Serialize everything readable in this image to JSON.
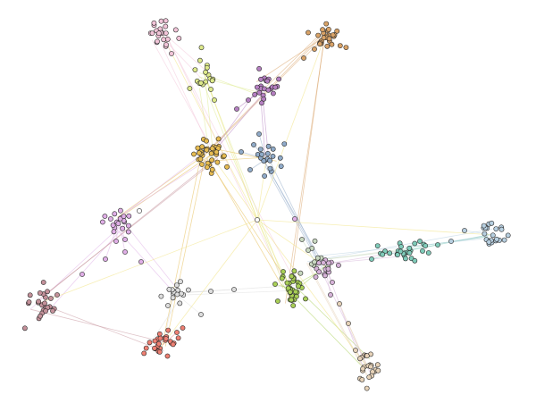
{
  "graph": {
    "type": "clustered-network",
    "background": "#ffffff",
    "node_outline": "#2b2b2b",
    "hub_color": "#ffffff",
    "communities": [
      {
        "id": "pink",
        "color": "#f2c4d8",
        "size": 22
      },
      {
        "id": "tan",
        "color": "#d8a267",
        "size": 26
      },
      {
        "id": "lime",
        "color": "#dde98a",
        "size": 16
      },
      {
        "id": "purple",
        "color": "#b57fc1",
        "size": 22
      },
      {
        "id": "gold",
        "color": "#e6bb50",
        "size": 36
      },
      {
        "id": "steel-blue",
        "color": "#8faac8",
        "size": 18
      },
      {
        "id": "orchid",
        "color": "#dfaee6",
        "size": 20
      },
      {
        "id": "mauve",
        "color": "#c4919a",
        "size": 24
      },
      {
        "id": "light-gray",
        "color": "#dddddd",
        "size": 14
      },
      {
        "id": "salmon",
        "color": "#ee7f72",
        "size": 26
      },
      {
        "id": "green",
        "color": "#a8cf55",
        "size": 36
      },
      {
        "id": "mint-gray",
        "color": "#c8d8c0",
        "size": 10
      },
      {
        "id": "lilac",
        "color": "#d6b2d8",
        "size": 14
      },
      {
        "id": "teal",
        "color": "#7fcbb9",
        "size": 26
      },
      {
        "id": "pale-blue",
        "color": "#b7cfe0",
        "size": 22
      },
      {
        "id": "beige",
        "color": "#e6d2b8",
        "size": 24
      }
    ]
  }
}
